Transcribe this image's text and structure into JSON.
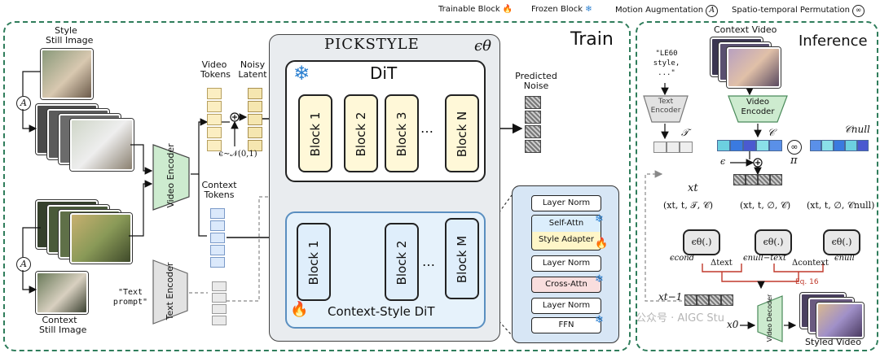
{
  "legend": {
    "trainable": "Trainable Block",
    "frozen": "Frozen Block",
    "motion": "Motion Augmentation",
    "permutation": "Spatio-temporal Permutation",
    "motion_glyph": "A",
    "fire_icon": "fire-icon",
    "snow_icon": "snowflake-icon",
    "perm_icon": "permutation-icon"
  },
  "train": {
    "title": "Train",
    "style_label_1": "Style",
    "style_label_2": "Still Image",
    "context_label_1": "Context",
    "context_label_2": "Still Image",
    "motion_glyph": "A",
    "video_encoder": "Video Encoder",
    "text_encoder": "Text Encoder",
    "text_prompt": "\"Text prompt\"",
    "video_tokens_1": "Video",
    "video_tokens_2": "Tokens",
    "noisy_latent_1": "Noisy",
    "noisy_latent_2": "Latent",
    "noise_eq": "ϵ∼𝒩(0,1)",
    "context_tokens_1": "Context",
    "context_tokens_2": "Tokens",
    "pickstyle": "PICKSTYLE",
    "eps_theta": "ϵθ",
    "dit_title": "DiT",
    "dit_blocks": [
      "Block 1",
      "Block 2",
      "Block 3",
      "Block N"
    ],
    "ellipsis": "…",
    "cs_blocks": [
      "Block 1",
      "Block 2",
      "Block M"
    ],
    "cs_title": "Context-Style DiT",
    "predicted_1": "Predicted",
    "predicted_2": "Noise",
    "layers": [
      "Layer Norm",
      "Self-Attn",
      "Style Adapter",
      "Layer Norm",
      "Cross-Attn",
      "Layer Norm",
      "FFN"
    ]
  },
  "inference": {
    "title": "Inference",
    "context_video": "Context Video",
    "prompt_1": "\"LE60 style,",
    "prompt_2": "...\"",
    "text_encoder_1": "Text",
    "text_encoder_2": "Encoder",
    "video_encoder_1": "Video",
    "video_encoder_2": "Encoder",
    "T": "𝒯",
    "C": "𝒞",
    "C_null": "𝒞null",
    "pi": "π",
    "eps_small": "ϵ",
    "xt": "xt",
    "cond1": "(xt, t, 𝒯, 𝒞)",
    "cond2": "(xt, t, ∅, 𝒞)",
    "cond3": "(xt, t, ∅, 𝒞null)",
    "eps_fn": "ϵθ(.)",
    "e_cond": "ϵcond",
    "e_null_text": "ϵnull−text",
    "e_null": "ϵnull",
    "d_text": "Δtext",
    "d_context": "Δcontext",
    "eq": "Eq. 16",
    "xt1": "xt−1",
    "x0": "x0",
    "video_decoder": "Video Decoder",
    "styled_video": "Styled Video"
  },
  "watermark": "公众号 · AIGC Stu"
}
